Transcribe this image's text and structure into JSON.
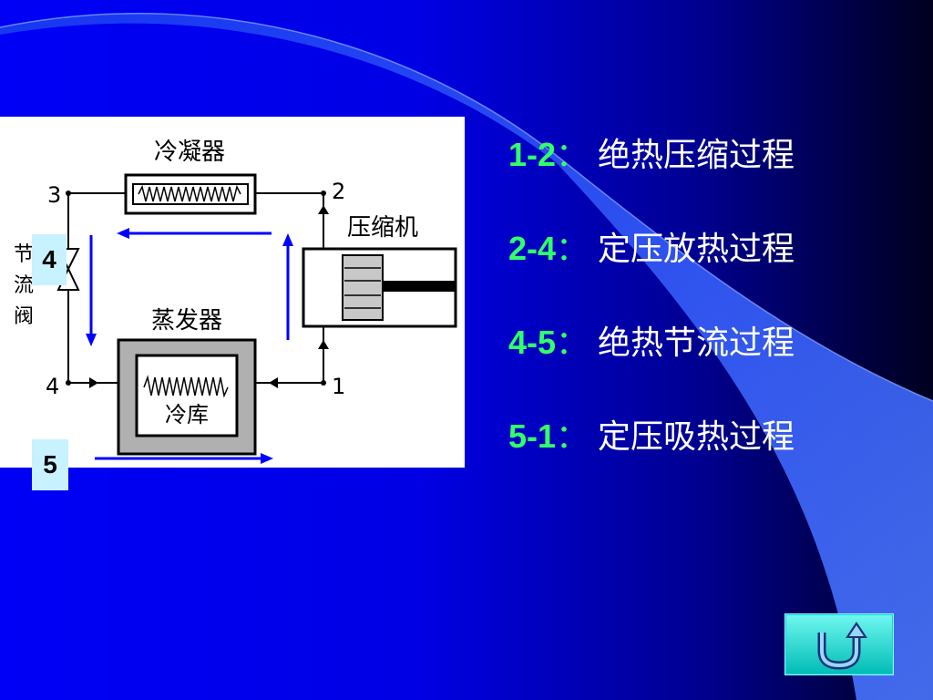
{
  "diagram": {
    "condenser_label": "冷凝器",
    "compressor_label": "压缩机",
    "evaporator_label": "蒸发器",
    "cold_storage_label": "冷库",
    "throttle_valve_label": [
      "节",
      "流",
      "阀"
    ],
    "node_labels": [
      "1",
      "2",
      "3",
      "4"
    ]
  },
  "markers": {
    "marker_4": "4",
    "marker_5": "5"
  },
  "processes": [
    {
      "code": "1-2",
      "colon": "：",
      "desc": "绝热压缩过程"
    },
    {
      "code": "2-4",
      "colon": "：",
      "desc": "定压放热过程"
    },
    {
      "code": "4-5",
      "colon": "：",
      "desc": "绝热节流过程"
    },
    {
      "code": "5-1",
      "colon": "：",
      "desc": "定压吸热过程"
    }
  ],
  "colors": {
    "background": "#0000e4",
    "highlight": "#33ff66",
    "flow_arrow": "#0000ff",
    "marker_bg": "#c8f2ff",
    "button_bg": "#00dbd4"
  },
  "icons": {
    "return_button": "u-turn-icon"
  }
}
